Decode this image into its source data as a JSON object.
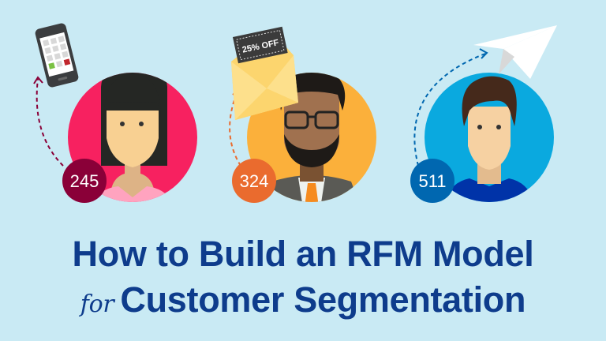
{
  "title": {
    "line1": "How to Build an RFM Model",
    "line2_prefix": "for",
    "line2": "Customer Segmentation"
  },
  "customers": [
    {
      "value": "245",
      "circle_color": "#f72160",
      "badge_color": "#8a0038",
      "item": "phone-icon",
      "arrow_color": "#8a0038"
    },
    {
      "value": "324",
      "circle_color": "#fbb03b",
      "badge_color": "#ea6b2e",
      "item": "envelope-coupon-icon",
      "arrow_color": "#ea6b2e"
    },
    {
      "value": "511",
      "circle_color": "#0aa9df",
      "badge_color": "#0067b0",
      "item": "paper-plane-icon",
      "arrow_color": "#0067b0"
    }
  ],
  "coupon": {
    "text": "25% OFF"
  },
  "background_color": "#c9eaf4"
}
